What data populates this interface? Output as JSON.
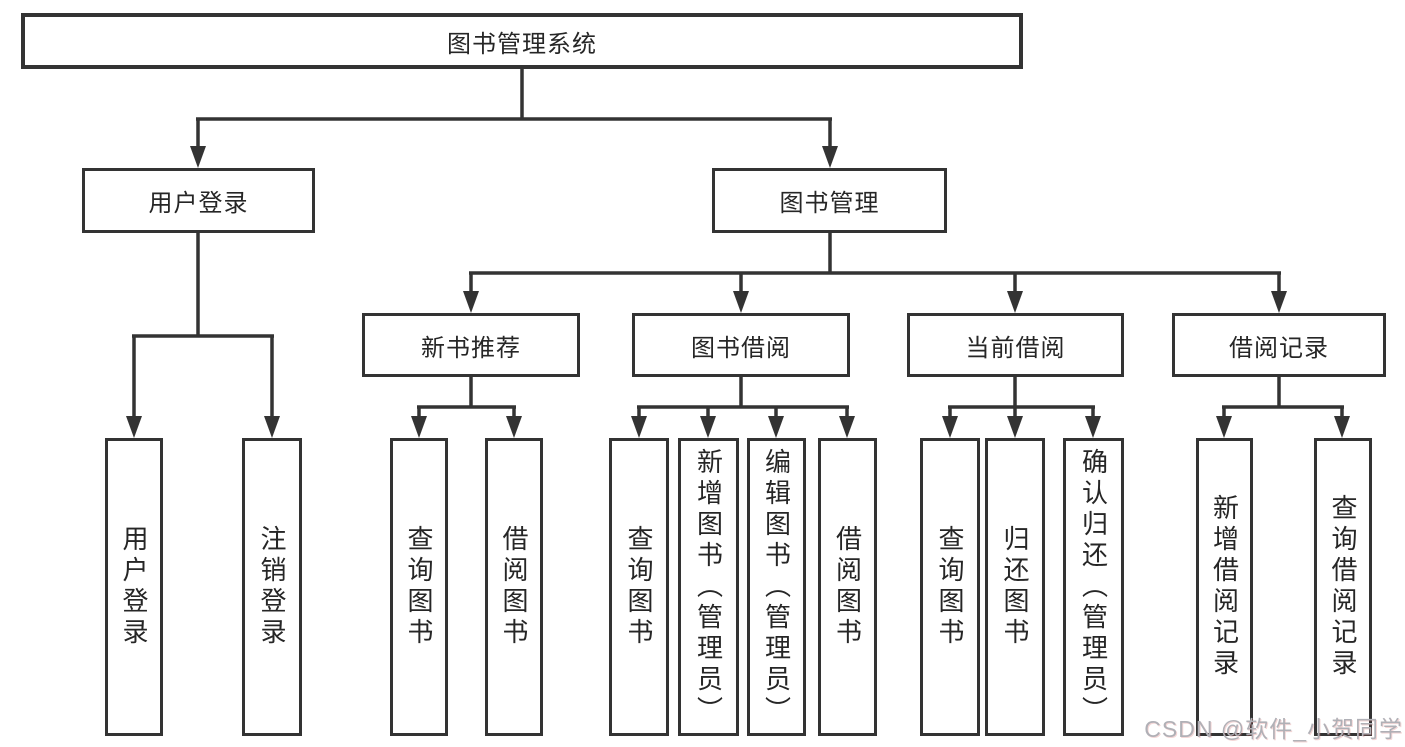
{
  "title": {
    "label": "图书管理系统"
  },
  "level2": [
    {
      "label": "用户登录"
    },
    {
      "label": "图书管理"
    }
  ],
  "level3": [
    {
      "label": "新书推荐"
    },
    {
      "label": "图书借阅"
    },
    {
      "label": "当前借阅"
    },
    {
      "label": "借阅记录"
    }
  ],
  "leaves": [
    {
      "label": "用户登录",
      "parent": "用户登录"
    },
    {
      "label": "注销登录",
      "parent": "用户登录"
    },
    {
      "label": "查询图书",
      "parent": "新书推荐"
    },
    {
      "label": "借阅图书",
      "parent": "新书推荐"
    },
    {
      "label": "查询图书",
      "parent": "图书借阅"
    },
    {
      "label": "新增图书（管理员）",
      "parent": "图书借阅"
    },
    {
      "label": "编辑图书（管理员）",
      "parent": "图书借阅"
    },
    {
      "label": "借阅图书",
      "parent": "图书借阅"
    },
    {
      "label": "查询图书",
      "parent": "当前借阅"
    },
    {
      "label": "归还图书",
      "parent": "当前借阅"
    },
    {
      "label": "确认归还（管理员）",
      "parent": "当前借阅"
    },
    {
      "label": "新增借阅记录",
      "parent": "借阅记录"
    },
    {
      "label": "查询借阅记录",
      "parent": "借阅记录"
    }
  ],
  "watermark": {
    "text": "CSDN @软件_小贺同学"
  },
  "colors": {
    "line": "#333333",
    "text": "#262626",
    "background": "#ffffff",
    "watermark": "#b0b0b6"
  }
}
